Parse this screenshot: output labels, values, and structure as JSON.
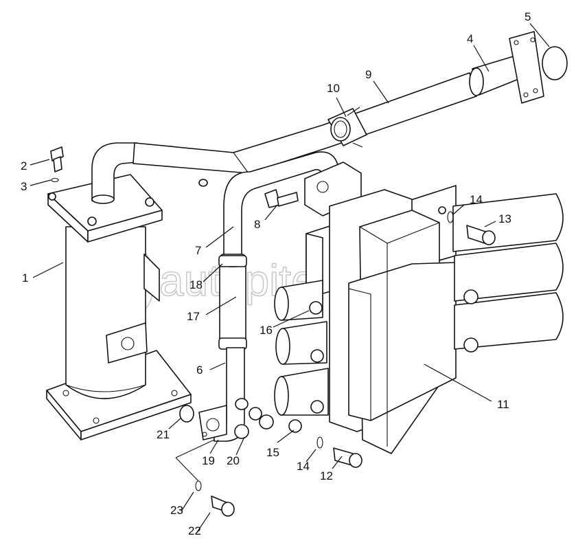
{
  "watermark": {
    "text": "autopiter.ru"
  },
  "callouts": [
    {
      "id": "1",
      "label": "1"
    },
    {
      "id": "2",
      "label": "2"
    },
    {
      "id": "3",
      "label": "3"
    },
    {
      "id": "4",
      "label": "4"
    },
    {
      "id": "5",
      "label": "5"
    },
    {
      "id": "6",
      "label": "6"
    },
    {
      "id": "7",
      "label": "7"
    },
    {
      "id": "8",
      "label": "8"
    },
    {
      "id": "9",
      "label": "9"
    },
    {
      "id": "10",
      "label": "10"
    },
    {
      "id": "11",
      "label": "11"
    },
    {
      "id": "12",
      "label": "12"
    },
    {
      "id": "13",
      "label": "13"
    },
    {
      "id": "14a",
      "label": "14"
    },
    {
      "id": "14b",
      "label": "14"
    },
    {
      "id": "15",
      "label": "15"
    },
    {
      "id": "16",
      "label": "16"
    },
    {
      "id": "17",
      "label": "17"
    },
    {
      "id": "18",
      "label": "18"
    },
    {
      "id": "19",
      "label": "19"
    },
    {
      "id": "20",
      "label": "20"
    },
    {
      "id": "21",
      "label": "21"
    },
    {
      "id": "22",
      "label": "22"
    },
    {
      "id": "23",
      "label": "23"
    }
  ]
}
